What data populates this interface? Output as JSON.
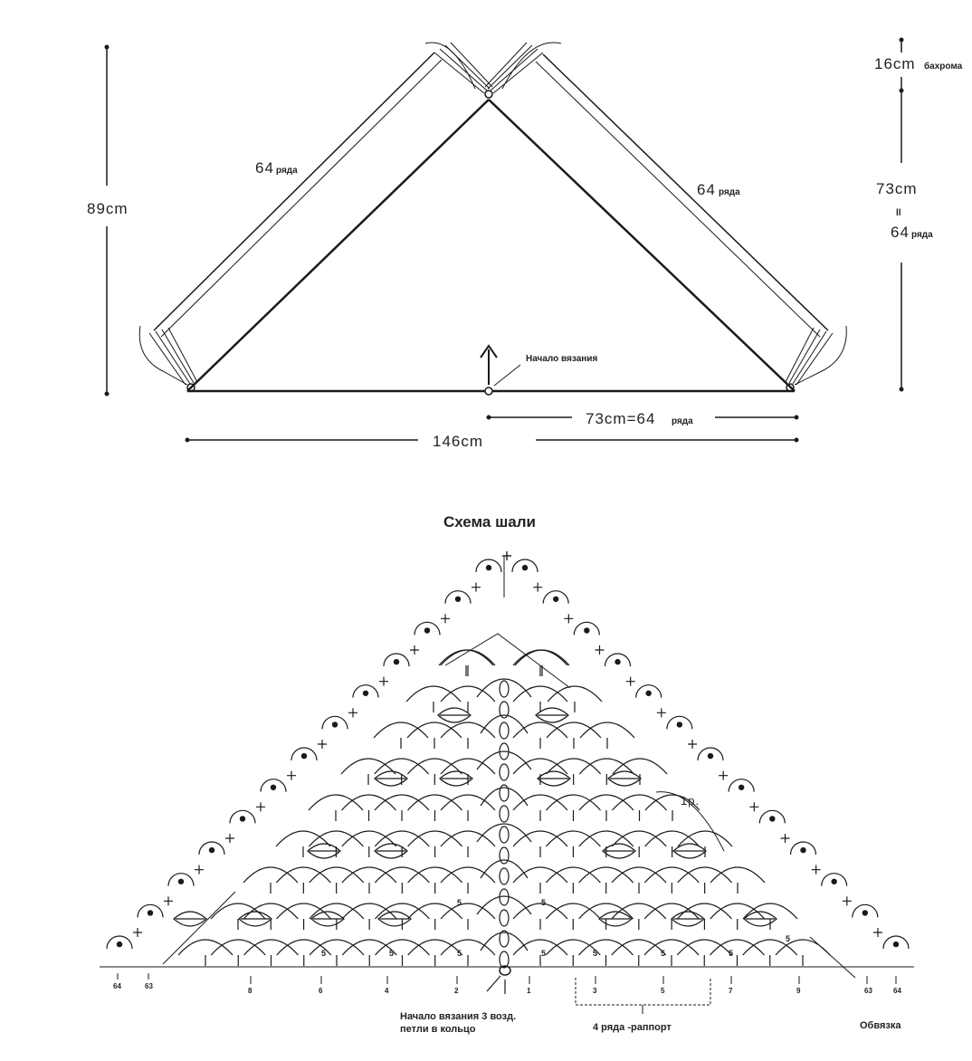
{
  "schematic": {
    "height_label": "89cm",
    "left_rows_num": "64",
    "left_rows_word": "ряда",
    "right_rows_num": "64",
    "right_rows_word": "ряда",
    "start_label": "Начало вязания",
    "half_width_label": "73cm=64",
    "half_width_word": "ряда",
    "width_label": "146cm",
    "fringe_num": "16cm",
    "fringe_word": "бахрома",
    "side_length": "73cm",
    "equals_sign": "ll",
    "side_rows_num": "64",
    "side_rows_word": "ряда"
  },
  "chart": {
    "title": "Схема шали",
    "row_label_1r": "1р.",
    "stitch_count": "5",
    "row_numbers_left": [
      "64",
      "63",
      "8",
      "6",
      "4",
      "2"
    ],
    "row_numbers_right": [
      "1",
      "3",
      "5",
      "7",
      "9",
      "63",
      "64"
    ],
    "start_note_line1": "Начало вязания 3 возд.",
    "start_note_line2": "петли в кольцо",
    "repeat_note": "4 ряда -раппорт",
    "edging_note": "Обвязка"
  },
  "colors": {
    "ink": "#1a1a1a",
    "background": "#ffffff"
  }
}
